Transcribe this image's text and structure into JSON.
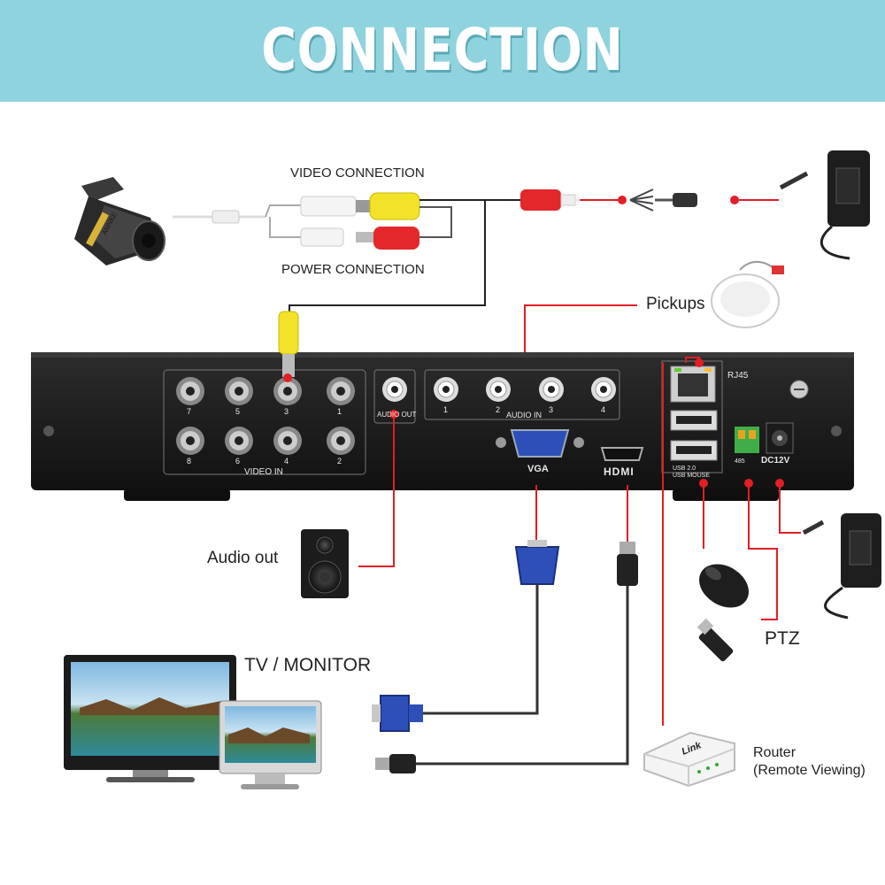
{
  "banner": {
    "title": "CONNECTION"
  },
  "labels": {
    "video_connection": "VIDEO CONNECTION",
    "power_connection": "POWER CONNECTION",
    "pickups": "Pickups",
    "audio_out": "Audio out",
    "tv_monitor": "TV / MONITOR",
    "ptz": "PTZ",
    "router_line1": "Router",
    "router_line2": "(Remote Viewing)"
  },
  "dvr_panel": {
    "video_in": "VIDEO IN",
    "video_in_ports_top": [
      "7",
      "5",
      "3",
      "1"
    ],
    "video_in_ports_bottom": [
      "8",
      "6",
      "4",
      "2"
    ],
    "audio_out": "AUDIO OUT",
    "audio_in": "AUDIO IN",
    "audio_in_ports": [
      "1",
      "2",
      "3",
      "4"
    ],
    "vga": "VGA",
    "hdmi": "HDMI",
    "rj45": "RJ45",
    "usb": "USB 2.0",
    "usb_mouse": "USB MOUSE",
    "rs485": "485",
    "dc": "DC12V"
  },
  "devices": {
    "camera_brand": "ANNKE",
    "router_brand": "Link"
  },
  "colors": {
    "banner": "#8fd3de",
    "wire": "#e31e24",
    "cable": "#222222",
    "dvr_body": "#1c1c1c"
  }
}
